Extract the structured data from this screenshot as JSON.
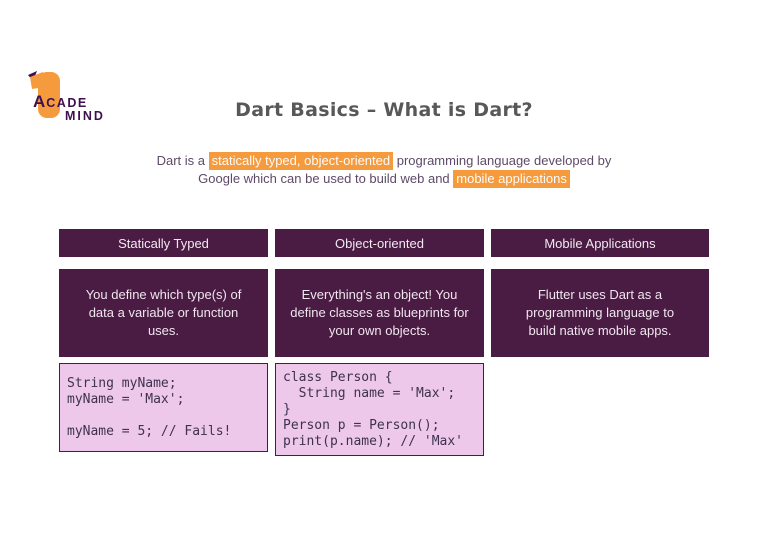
{
  "logo": {
    "brand_top_initial": "A",
    "brand_top_rest": "CADE",
    "brand_bottom": "MIND"
  },
  "title": "Dart Basics – What is Dart?",
  "subtitle": {
    "line1_pre": "Dart is a ",
    "line1_highlight": "statically typed, object-oriented",
    "line1_post": " programming language developed by",
    "line2_pre": "Google which can be used to build web and ",
    "line2_highlight": "mobile applications"
  },
  "columns": [
    {
      "header": "Statically Typed",
      "description": [
        "You define which type(s) of",
        "data a variable or function",
        "uses."
      ],
      "code": [
        "String myName;",
        "myName = 'Max';",
        "",
        "myName = 5; // Fails!"
      ]
    },
    {
      "header": "Object-oriented",
      "description": [
        "Everything's an object! You",
        "define classes as blueprints for",
        "your own objects."
      ],
      "code": [
        "class Person {",
        "  String name = 'Max';",
        "}",
        "Person p = Person();",
        "print(p.name); // 'Max'"
      ]
    },
    {
      "header": "Mobile Applications",
      "description": [
        "Flutter uses Dart as a",
        "programming language to",
        "build native mobile apps."
      ]
    }
  ],
  "colors": {
    "deep_purple": "#4A1B43",
    "highlight_orange": "#F59A3D",
    "code_background": "#EDC8EB",
    "code_text": "#3E3250",
    "title_gray": "#58585B",
    "body_purple": "#5E4A68",
    "logo_purple": "#3D104F",
    "logo_orange": "#F59A3D"
  }
}
